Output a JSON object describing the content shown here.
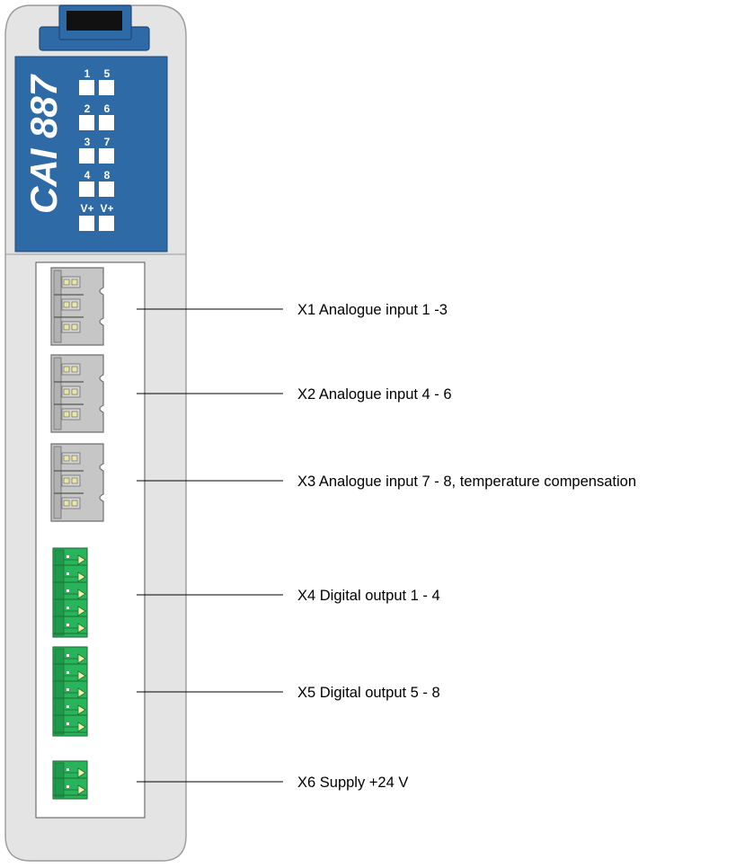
{
  "module": {
    "model": "CAI 887",
    "led_labels": [
      [
        "1",
        "5"
      ],
      [
        "2",
        "6"
      ],
      [
        "3",
        "7"
      ],
      [
        "4",
        "8"
      ],
      [
        "V+",
        "V+"
      ]
    ]
  },
  "connectors": [
    {
      "id": "X1",
      "label": "X1 Analogue input 1 -3",
      "kind": "analogue"
    },
    {
      "id": "X2",
      "label": "X2 Analogue input 4 - 6",
      "kind": "analogue"
    },
    {
      "id": "X3",
      "label": "X3 Analogue input 7 - 8, temperature compensation",
      "kind": "analogue"
    },
    {
      "id": "X4",
      "label": "X4 Digital output 1 - 4",
      "kind": "digital"
    },
    {
      "id": "X5",
      "label": "X5 Digital output 5 - 8",
      "kind": "digital"
    },
    {
      "id": "X6",
      "label": "X6 Supply +24 V",
      "kind": "supply"
    }
  ],
  "colors": {
    "housing": "#e4e4e4",
    "panel": "#2e6aa6",
    "grey_connector": "#c6c6c6",
    "green_connector": "#27b45a"
  }
}
